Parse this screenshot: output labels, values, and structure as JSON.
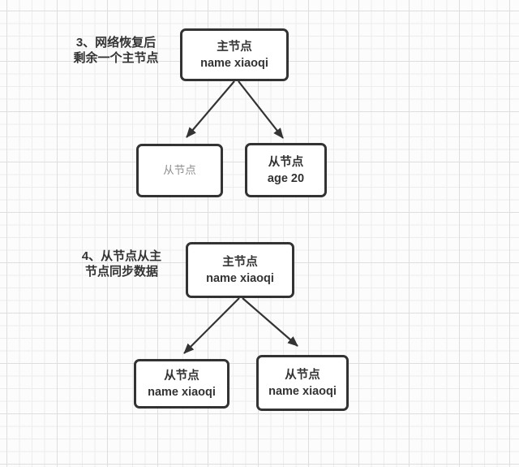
{
  "diagram": {
    "sections": [
      {
        "label": "3、网络恢复后\n剩余一个主节点",
        "nodes": {
          "master": "主节点\nname xiaoqi",
          "slave_left": "从节点",
          "slave_right": "从节点\nage 20"
        }
      },
      {
        "label": "4、从节点从主\n节点同步数据",
        "nodes": {
          "master": "主节点\nname xiaoqi",
          "slave_left": "从节点\nname xiaoqi",
          "slave_right": "从节点\nname xiaoqi"
        }
      }
    ]
  },
  "colors": {
    "canvas_bg": "#fcfcfc",
    "grid_minor": "#ededed",
    "grid_major": "#dedede",
    "node_border": "#333333",
    "node_fill": "#ffffff",
    "node_text": "#333333",
    "muted_node_text": "#8f8f8f",
    "label_text": "#333333",
    "arrow": "#333333"
  }
}
